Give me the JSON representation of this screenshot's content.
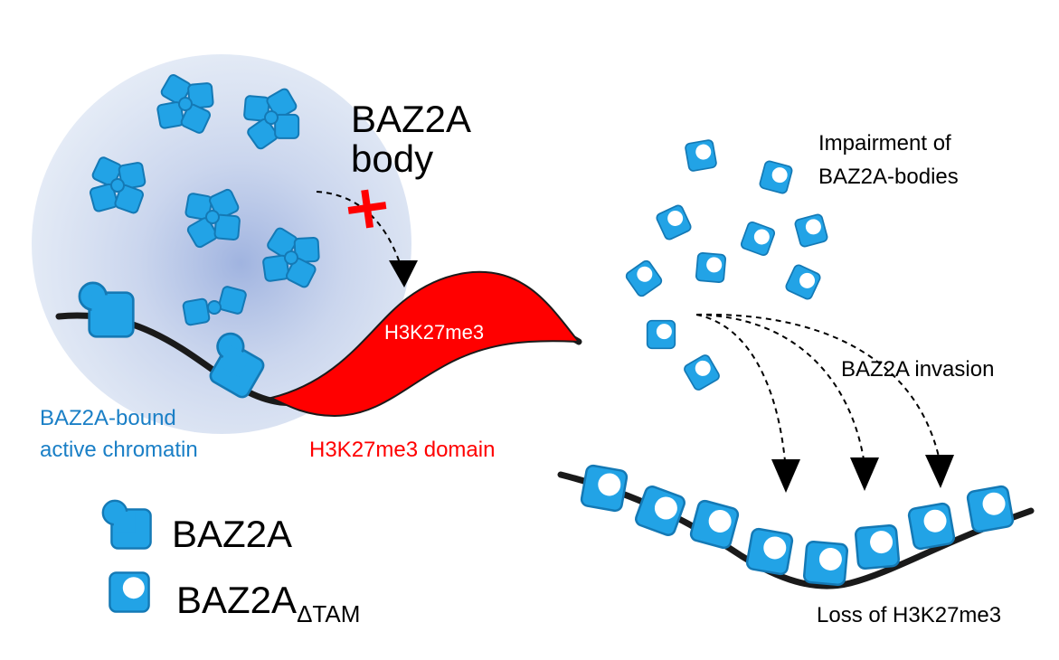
{
  "labels": {
    "body_line1": "BAZ2A",
    "body_line2": "body",
    "h3k_inner": "H3K27me3",
    "bound_line1": "BAZ2A-bound",
    "bound_line2": "active chromatin",
    "domain": "H3K27me3 domain",
    "impair_line1": "Impairment of",
    "impair_line2": "BAZ2A-bodies",
    "invasion": "BAZ2A invasion",
    "loss": "Loss of H3K27me3"
  },
  "legend": {
    "full": "BAZ2A",
    "mutant": "BAZ2A",
    "mutant_subscript": "ΔTAM"
  },
  "colors": {
    "protein": "#22a3e6",
    "protein_stroke": "#1479b5",
    "h3k27me3": "#ff0000",
    "label_blue": "#1a7fc6",
    "label_red": "#ff0000",
    "halo": "#c9d7ec",
    "halo_core": "#8fa6da"
  }
}
